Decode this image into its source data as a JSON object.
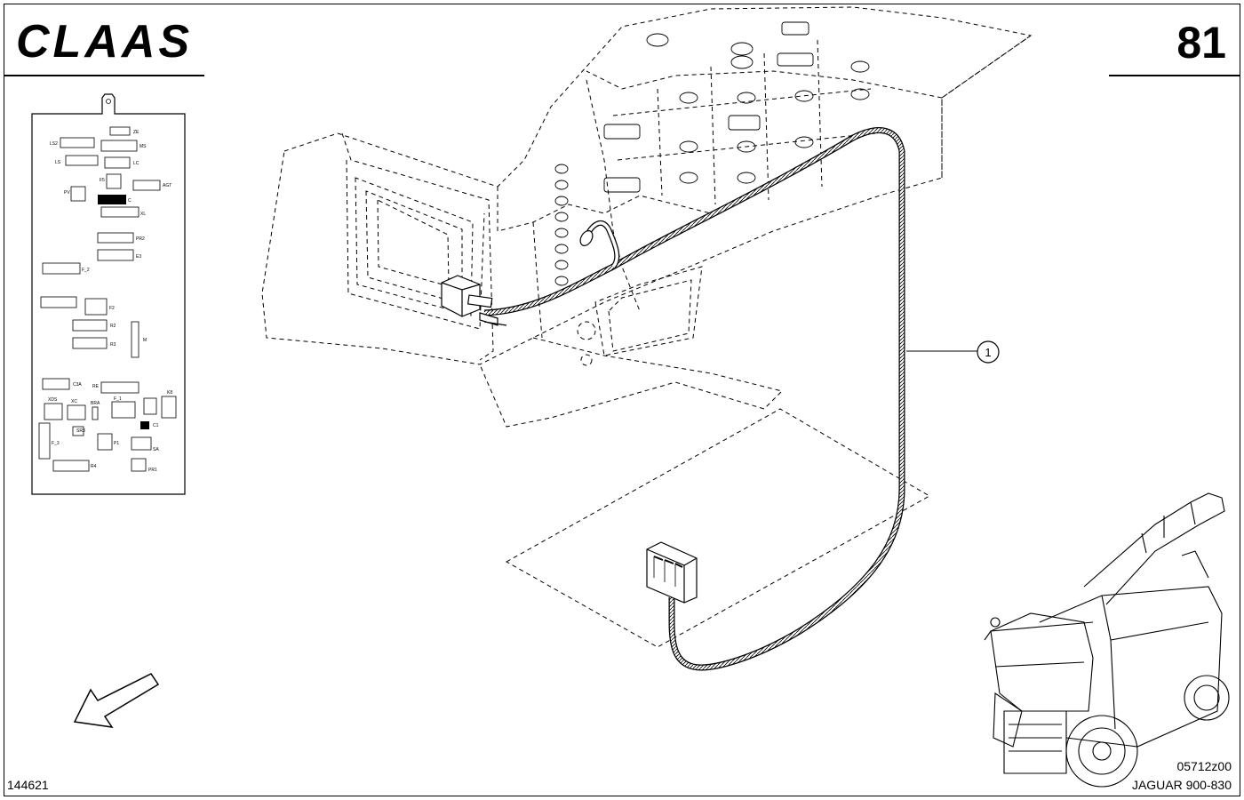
{
  "header": {
    "brand": "CLAAS",
    "page_number": "81"
  },
  "footer": {
    "figure_number": "144621",
    "reference_code": "05712z00",
    "model": "JAGUAR 900-830"
  },
  "callouts": [
    {
      "label": "1"
    }
  ],
  "fuse_panel": {
    "labels": [
      "ZE",
      "LS2",
      "MS",
      "LS",
      "LC",
      "F5",
      "AGT",
      "PV",
      "C",
      "XL",
      "PR2",
      "E3",
      "F_2",
      "F2",
      "R2",
      "R3",
      "M",
      "C3A",
      "RE",
      "XDS",
      "XC",
      "F_1",
      "BRA",
      "K8",
      "SR3",
      "C1",
      "F_3",
      "P1",
      "SA",
      "R4",
      "PR1"
    ]
  },
  "icons": {
    "direction": "direction-arrow-icon",
    "machine": "forage-harvester-icon"
  }
}
